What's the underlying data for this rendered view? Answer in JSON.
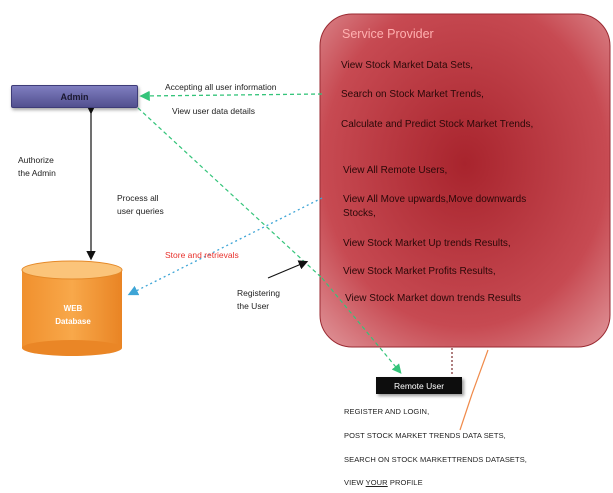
{
  "admin": {
    "label": "Admin"
  },
  "database": {
    "line1": "WEB",
    "line2": "Database"
  },
  "service_provider": {
    "title": "Service Provider",
    "items": [
      "View Stock Market Data Sets,",
      "Search on Stock Market Trends,",
      "Calculate and Predict Stock Market Trends,",
      "View All Remote Users,",
      "View All Move upwards,Move downwards Stocks,",
      "View Stock Market Up trends Results,",
      "View Stock Market Profits Results,",
      "View Stock Market down trends Results"
    ]
  },
  "remote_user": {
    "label": "Remote User",
    "items": [
      "REGISTER AND LOGIN,",
      "POST STOCK MARKET TRENDS DATA SETS,",
      "SEARCH ON STOCK MARKETTRENDS DATASETS,"
    ],
    "profile_prefix": "VIEW ",
    "profile_emphasis": "YOUR",
    "profile_suffix": " PROFILE"
  },
  "labels": {
    "accepting": "Accepting all user information",
    "view_user_data": "View user data details",
    "authorize_line1": "Authorize",
    "authorize_line2": "the Admin",
    "process_line1": "Process all",
    "process_line2": "user queries",
    "store": "Store and retrievals",
    "registering_line1": "Registering",
    "registering_line2": "the User"
  },
  "colors": {
    "service_provider_fill": "#c54149",
    "dashed_arrow": "#34c47a",
    "dotted_arrow": "#3ea5d6",
    "orange_connector": "#f08a4a",
    "database_fill": "#f6a040",
    "admin_fill": "#6a68a8"
  }
}
